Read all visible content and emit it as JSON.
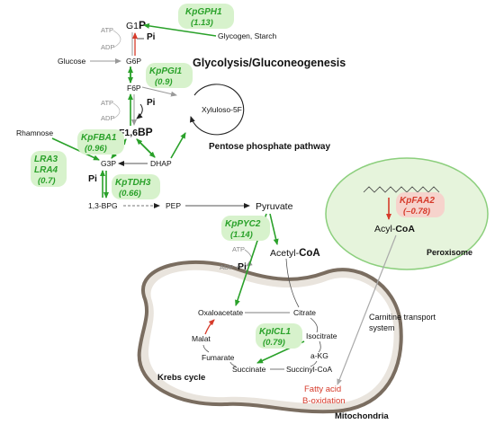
{
  "metabolites": {
    "g1p_g": "G1",
    "g1p_p": "P",
    "glycogen": "Glycogen, Starch",
    "glucose": "Glucose",
    "g6p": "G6P",
    "f6p": "F6P",
    "f16bp_f": "F1,6",
    "f16bp_bp": "BP",
    "xylulose": "Xyluloso-5F",
    "rhamnose": "Rhamnose",
    "g3p": "G3P",
    "dhap": "DHAP",
    "bpg": "1,3-BPG",
    "pep": "PEP",
    "pyruvate": "Pyruvate",
    "acetyl": "Acetyl-",
    "coa": "CoA",
    "acyl": "Acyl-",
    "acyl_coa": "CoA",
    "oxaloacetate": "Oxaloacetate",
    "citrate": "Citrate",
    "isocitrate": "Isocitrate",
    "akg": "a-KG",
    "malat": "Malat",
    "fumarate": "Fumarate",
    "succinate": "Succinate",
    "succinyl": "Succinyl-CoA"
  },
  "cofactors": {
    "atp1": "ATP",
    "adp1": "ADP",
    "pi1": "Pi",
    "atp2": "ATP",
    "adp2": "ADP",
    "pi2": "Pi",
    "pi3": "Pi",
    "atp3": "ATP",
    "adp3": "ADP +",
    "pi4": "Pi"
  },
  "pathways": {
    "glycolysis": "Glycolysis/Gluconeogenesis",
    "ppp": "Pentose phosphate pathway",
    "krebs": "Krebs cycle",
    "mitochondria": "Mitochondria",
    "peroxisome": "Peroxisome",
    "carnitine_1": "Carnitine transport",
    "carnitine_2": "system",
    "fatty_1": "Fatty acid",
    "fatty_2": "B-oxidation"
  },
  "enzymes": {
    "gph1": {
      "name": "KpGPH1",
      "value": "(1.13)"
    },
    "pgi1": {
      "name": "KpPGI1",
      "value": "(0.9)"
    },
    "fba1": {
      "name": "KpFBA1",
      "value": "(0.96)"
    },
    "lra3": {
      "name": "LRA3",
      "name2": "LRA4",
      "value": "(0.7)"
    },
    "tdh3": {
      "name": "KpTDH3",
      "value": "(0.66)"
    },
    "pyc2": {
      "name": "KpPYC2",
      "value": "(1.14)"
    },
    "icl1": {
      "name": "KpICL1",
      "value": "(0.79)"
    },
    "faa2": {
      "name": "KpFAA2",
      "value": "(–0.78)"
    }
  },
  "colors": {
    "green": "#2aa12a",
    "green_fill": "#d7f2cc",
    "red": "#d63a2a",
    "red_fill": "#f6d3cc",
    "mito_fill": "#e9e4dd",
    "mito_stroke": "#7a6d60"
  }
}
